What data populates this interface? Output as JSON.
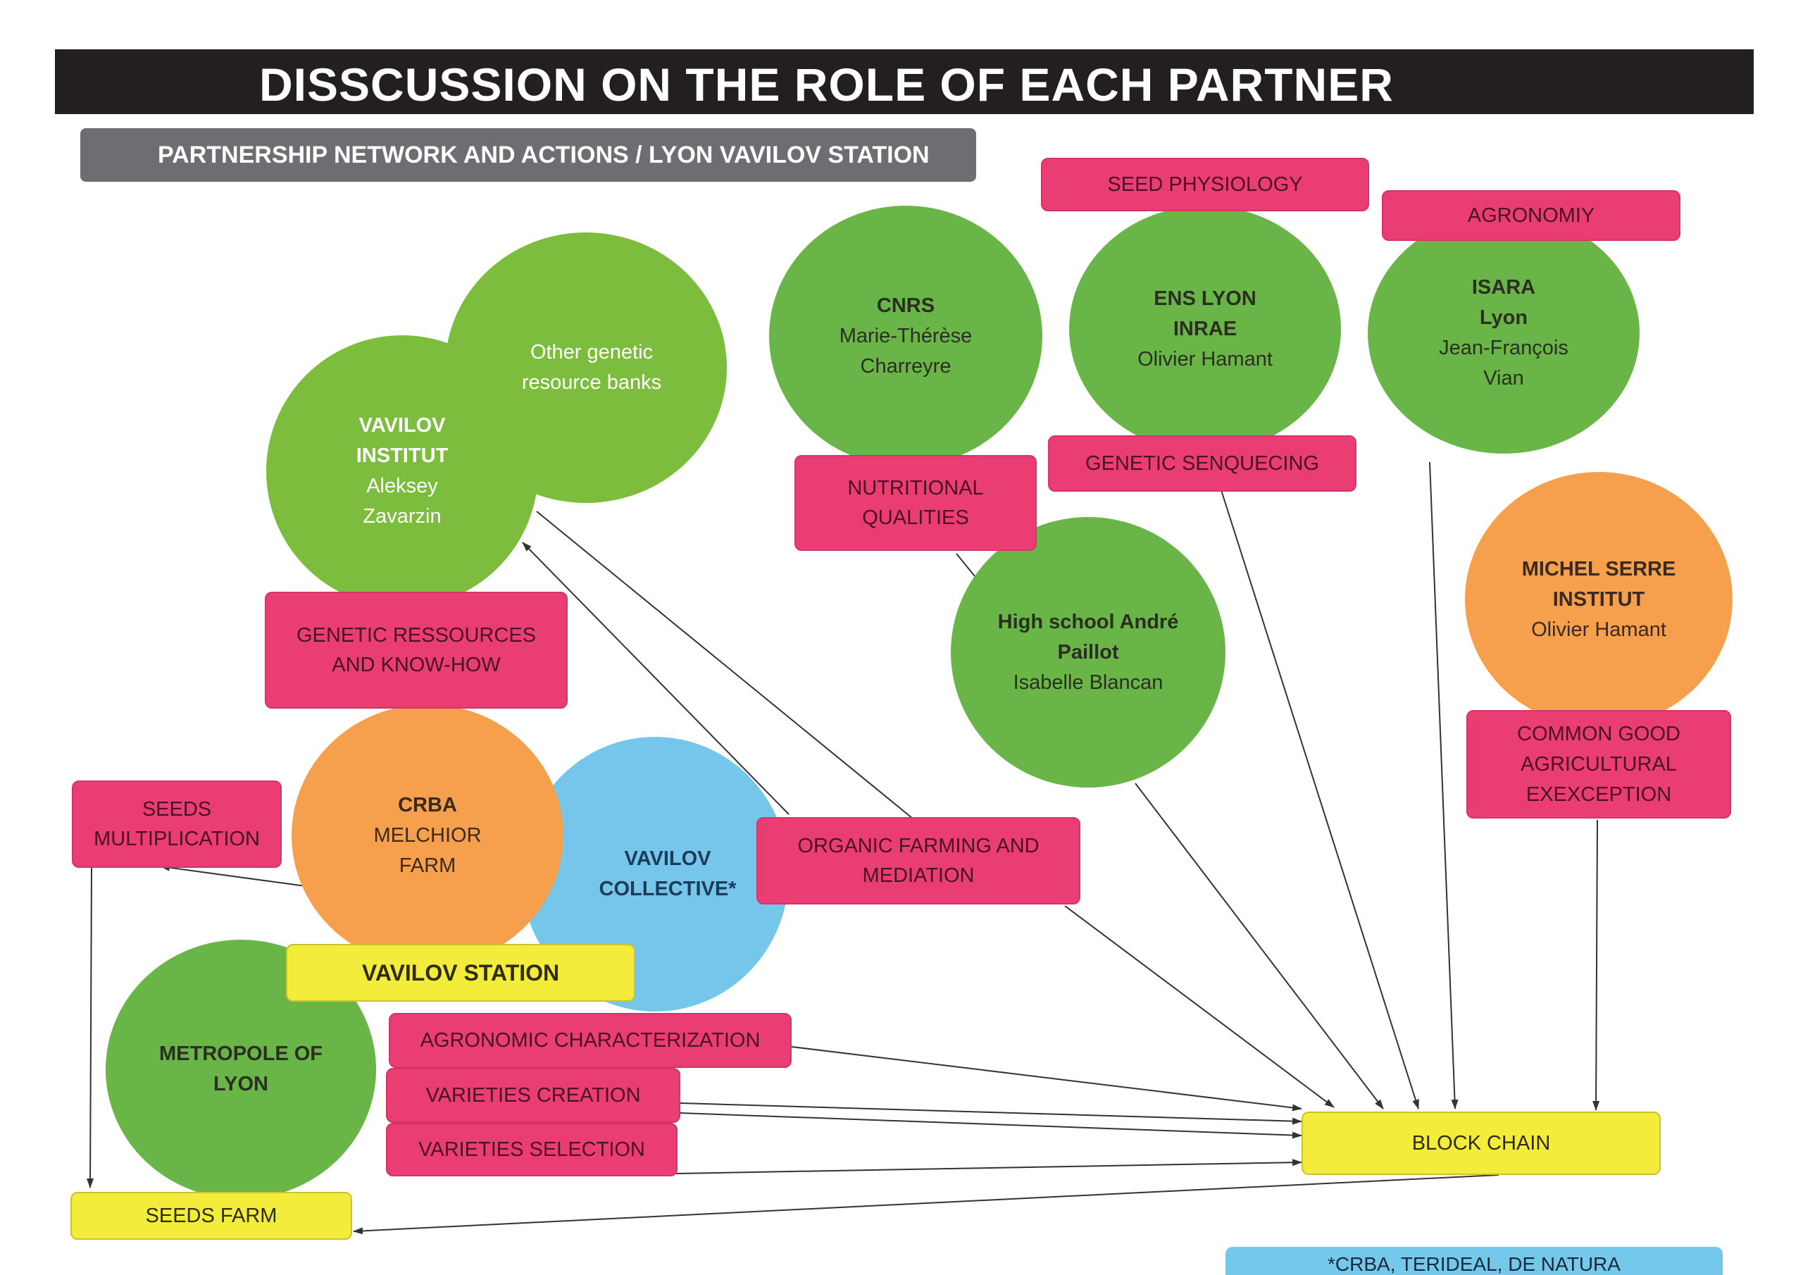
{
  "title": "DISSCUSSION ON THE ROLE OF EACH PARTNER",
  "subtitle": "PARTNERSHIP NETWORK AND ACTIONS / LYON VAVILOV STATION",
  "partners": {
    "other_banks": {
      "line1": "Other genetic",
      "line2": "resource banks"
    },
    "vavilov_institut": {
      "name1": "VAVILOV",
      "name2": "INSTITUT",
      "person1": "Aleksey",
      "person2": "Zavarzin"
    },
    "cnrs": {
      "name": "CNRS",
      "person1": "Marie-Thérèse",
      "person2": "Charreyre"
    },
    "ens_lyon": {
      "name1": "ENS LYON",
      "name2": "INRAE",
      "person": "Olivier Hamant"
    },
    "isara": {
      "name1": "ISARA",
      "name2": "Lyon",
      "person1": "Jean-François",
      "person2": "Vian"
    },
    "high_school": {
      "name1": "High school André",
      "name2": "Paillot",
      "person": "Isabelle Blancan"
    },
    "michel_serre": {
      "name1": "MICHEL SERRE",
      "name2": "INSTITUT",
      "person": "Olivier Hamant"
    },
    "crba": {
      "name1": "CRBA",
      "name2": "MELCHIOR",
      "name3": "FARM"
    },
    "vavilov_collective": {
      "name1": "VAVILOV",
      "name2": "COLLECTIVE*"
    },
    "metropole": {
      "name1": "METROPOLE OF",
      "name2": "LYON"
    }
  },
  "roles": {
    "seed_physiology": "SEED PHYSIOLOGY",
    "agronomiy": "AGRONOMIY",
    "genetic_sequencing": "GENETIC SENQUECING",
    "nutritional_qualities_1": "NUTRITIONAL",
    "nutritional_qualities_2": "QUALITIES",
    "genetic_resources_1": "GENETIC RESSOURCES",
    "genetic_resources_2": "AND KNOW-HOW",
    "common_good_1": "COMMON GOOD",
    "common_good_2": "AGRICULTURAL",
    "common_good_3": "EXEXCEPTION",
    "seeds_multiplication_1": "SEEDS",
    "seeds_multiplication_2": "MULTIPLICATION",
    "organic_farming_1": "ORGANIC FARMING AND",
    "organic_farming_2": "MEDIATION",
    "agronomic_characterization": "AGRONOMIC CHARACTERIZATION",
    "varieties_creation": "VARIETIES CREATION",
    "varieties_selection": "VARIETIES SELECTION"
  },
  "hubs": {
    "vavilov_station": "VAVILOV STATION",
    "block_chain": "BLOCK CHAIN",
    "seeds_farm": "SEEDS FARM"
  },
  "footnote": "*CRBA, TERIDEAL, DE NATURA",
  "colors": {
    "green": "#6ab547",
    "orange": "#f6a04d",
    "blue": "#76c6ec",
    "pink": "#ea3d74",
    "yellow": "#f3ec3a",
    "title_bar": "#231f20",
    "subtitle_bar": "#6d6e71"
  }
}
